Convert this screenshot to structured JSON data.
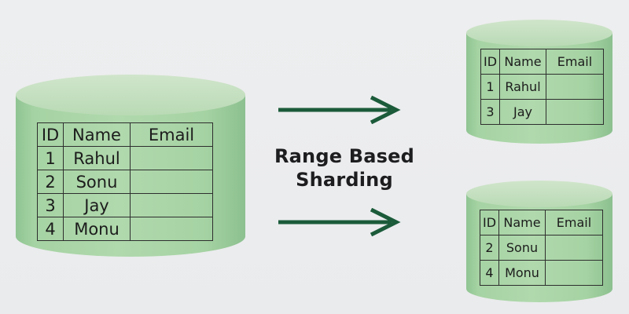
{
  "diagram": {
    "title_line1": "Range Based",
    "title_line2": "Sharding"
  },
  "colors": {
    "background": "#ecedee",
    "cylinder_body_green": "#a6d3a3",
    "cylinder_top_green": "#c8e0c4",
    "cylinder_edge_green": "#8dc28e",
    "arrow_green": "#1b5b3a",
    "table_line": "#2e2e2e",
    "text": "#1c1c1c"
  },
  "main_db": {
    "headers": [
      "ID",
      "Name",
      "Email"
    ],
    "rows": [
      [
        "1",
        "Rahul",
        ""
      ],
      [
        "2",
        "Sonu",
        ""
      ],
      [
        "3",
        "Jay",
        ""
      ],
      [
        "4",
        "Monu",
        ""
      ]
    ]
  },
  "shard_top": {
    "headers": [
      "ID",
      "Name",
      "Email"
    ],
    "rows": [
      [
        "1",
        "Rahul",
        ""
      ],
      [
        "3",
        "Jay",
        ""
      ]
    ]
  },
  "shard_bottom": {
    "headers": [
      "ID",
      "Name",
      "Email"
    ],
    "rows": [
      [
        "2",
        "Sonu",
        ""
      ],
      [
        "4",
        "Monu",
        ""
      ]
    ]
  }
}
